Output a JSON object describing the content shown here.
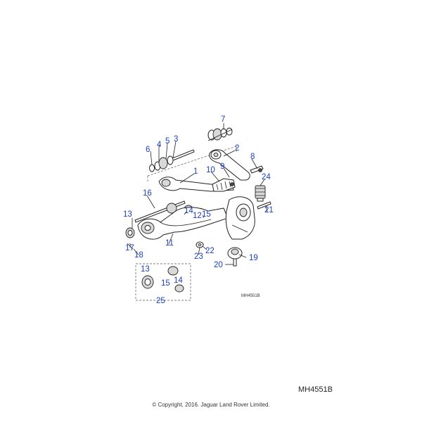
{
  "diagram_ref_inner": "MH4551B",
  "diagram_ref": "MH4551B",
  "copyright": "© Copyright, 2016. Jaguar Land Rover Limited.",
  "callouts": [
    "7",
    "2",
    "3",
    "5",
    "4",
    "6",
    "8",
    "1",
    "9",
    "10",
    "24",
    "16",
    "21",
    "13",
    "14",
    "12",
    "15",
    "11",
    "22",
    "23",
    "17",
    "18",
    "19",
    "20",
    "13",
    "15",
    "14",
    "25"
  ]
}
